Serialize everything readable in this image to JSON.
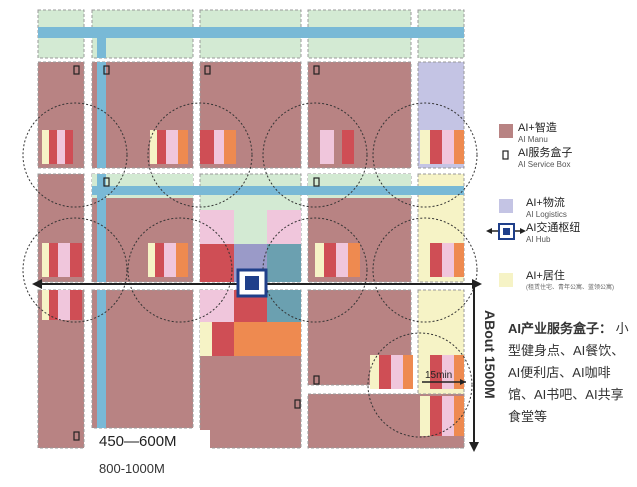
{
  "legend": {
    "manu_cn": "AI+智造",
    "manu_en": "AI Manu",
    "box_cn": "AI服务盒子",
    "box_en": "AI Service Box",
    "logistics_cn": "AI+物流",
    "logistics_en": "AI Logistics",
    "hub_cn": "AI交通枢纽",
    "hub_en": "AI Hub",
    "living_cn": "AI+居住",
    "living_note": "(租赁住宅、青年公寓、蓝领公寓)"
  },
  "description": {
    "title": "AI产业服务盒子：",
    "body": "小型健身点、AI餐饮、AI便利店、AI咖啡馆、AI书吧、AI共享食堂等"
  },
  "scale": {
    "block_range": "450—600M",
    "total_range": "800-1000M",
    "axis": "ABout 1500M",
    "walk": "15min"
  },
  "colors": {
    "manu": "#b88383",
    "logistics": "#c4c4e4",
    "living": "#f6f3c6",
    "green": "#d3ead3",
    "road": "#79b9d6",
    "hub": "#1f3f8a"
  }
}
